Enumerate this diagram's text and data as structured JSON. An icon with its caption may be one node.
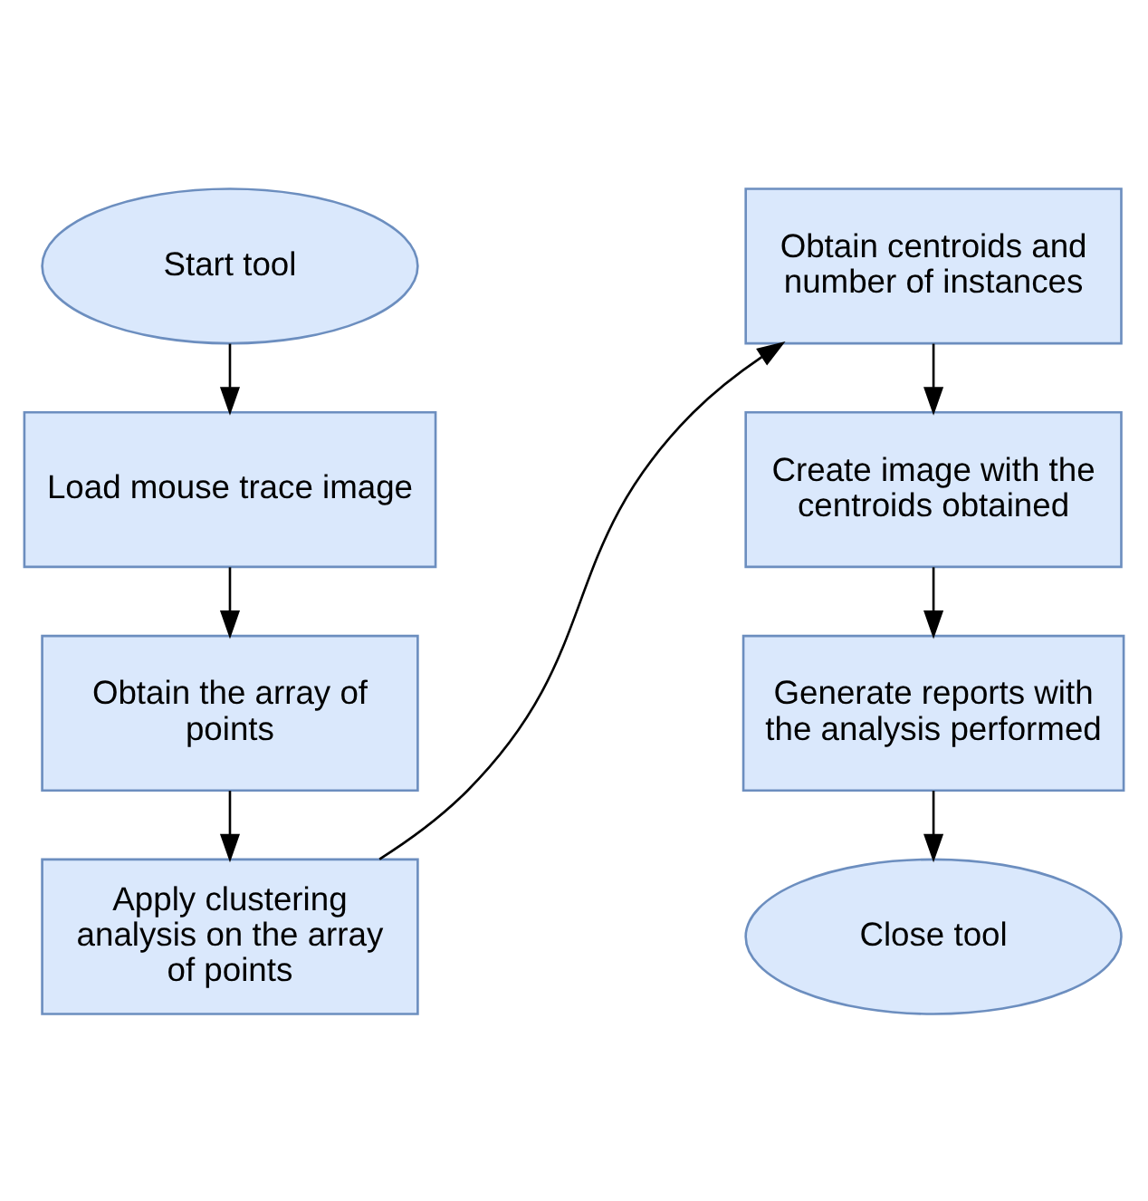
{
  "diagram": {
    "nodes": [
      {
        "text": [
          "Start tool"
        ]
      },
      {
        "text": [
          "Load mouse trace image"
        ]
      },
      {
        "text": [
          "Obtain the array of points"
        ]
      },
      {
        "text": [
          "Apply clustering analysis on the array of points"
        ]
      },
      {
        "text": [
          "Obtain centroids and number of instances"
        ]
      },
      {
        "text": [
          "Create image with the centroids obtained"
        ]
      },
      {
        "text": [
          "Generate reports with the analysis performed"
        ]
      },
      {
        "text": [
          "Close tool"
        ]
      }
    ],
    "edges": [
      {
        "from": 0,
        "to": 1,
        "arrow": "to"
      },
      {
        "from": 1,
        "to": 2,
        "arrow": "to"
      },
      {
        "from": 2,
        "to": 3,
        "arrow": "to"
      },
      {
        "from": 3,
        "to": 4,
        "arrow": "to"
      },
      {
        "from": 4,
        "to": 5,
        "arrow": "to"
      },
      {
        "from": 5,
        "to": 6,
        "arrow": "to"
      },
      {
        "from": 6,
        "to": 7,
        "arrow": "to"
      }
    ]
  }
}
